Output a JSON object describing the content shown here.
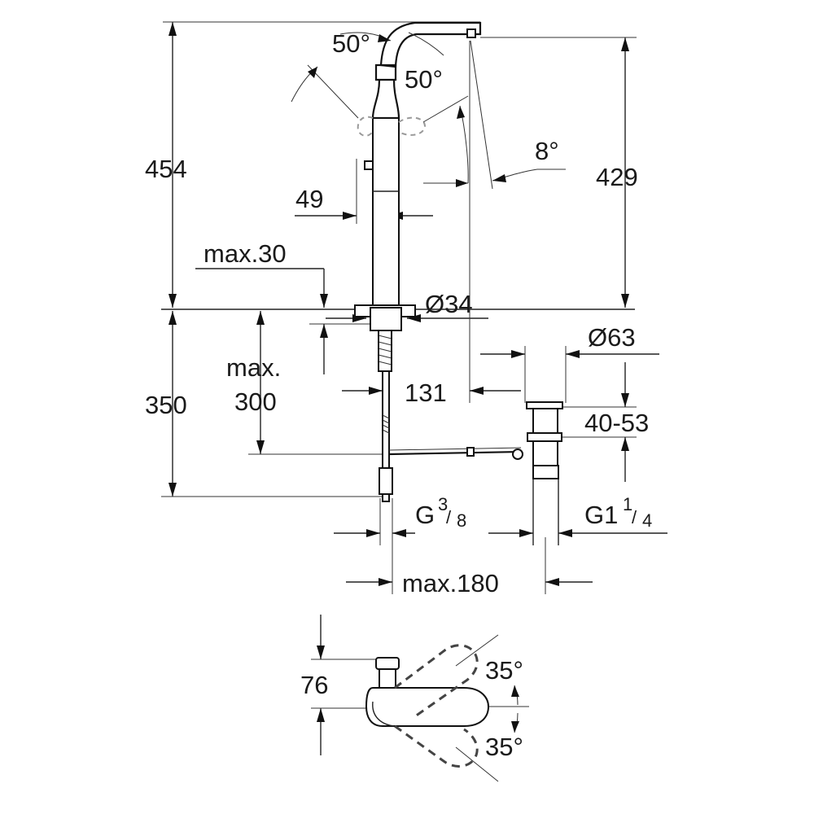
{
  "diagram": {
    "labels": {
      "angle_top_left": "50°",
      "angle_top_right": "50°",
      "angle_spout": "8°",
      "height_total": "454",
      "height_spout": "429",
      "handle_offset": "49",
      "max_deck": "max.30",
      "diameter_base": "Ø34",
      "diameter_drain": "Ø63",
      "drain_reach": "131",
      "max_depth_line1": "max.",
      "max_depth_line2": "300",
      "depth_below": "350",
      "drain_height": "40-53",
      "connection_supply": "G",
      "connection_supply_frac_num": "3",
      "connection_supply_frac_den": "8",
      "connection_drain": "G1",
      "connection_drain_frac_num": "1",
      "connection_drain_frac_den": "4",
      "max_reach": "max.180",
      "plan_depth": "76",
      "plan_angle_upper": "35°",
      "plan_angle_lower": "35°"
    }
  }
}
